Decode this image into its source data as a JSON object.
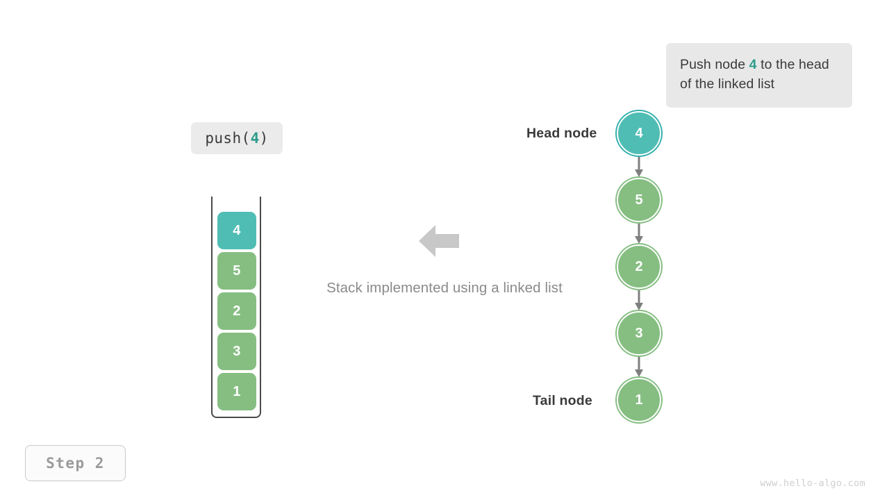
{
  "figure": {
    "title": "Stack implemented using a linked list",
    "step_label": "Step 2",
    "watermark": "www.hello-algo.com"
  },
  "callout": {
    "text_before": "Push node ",
    "highlight": "4",
    "text_after": " to the head of the linked list"
  },
  "operation": {
    "name": "push",
    "open_paren": "(",
    "argument": "4",
    "close_paren": ")"
  },
  "stack": {
    "cells": [
      {
        "value": "4",
        "color": "teal"
      },
      {
        "value": "5",
        "color": "green"
      },
      {
        "value": "2",
        "color": "green"
      },
      {
        "value": "3",
        "color": "green"
      },
      {
        "value": "1",
        "color": "green"
      }
    ]
  },
  "linked_list": {
    "head_label": "Head node",
    "tail_label": "Tail node",
    "nodes": [
      {
        "value": "4",
        "color": "teal"
      },
      {
        "value": "5",
        "color": "green"
      },
      {
        "value": "2",
        "color": "green"
      },
      {
        "value": "3",
        "color": "green"
      },
      {
        "value": "1",
        "color": "green"
      }
    ]
  },
  "colors": {
    "teal": "#4fbdb4",
    "teal_ring": "#34b0ad",
    "green": "#86be82",
    "arrow_gray": "#7f7f7f",
    "block_arrow_gray": "#c8c8c8",
    "callout_bg": "#e8e8e8",
    "chip_bg": "#ebebeb",
    "highlight_text": "#2f9c8c"
  },
  "icons": {
    "flow_arrow": "down-arrow-icon",
    "transform_arrow": "left-block-arrow-icon"
  }
}
